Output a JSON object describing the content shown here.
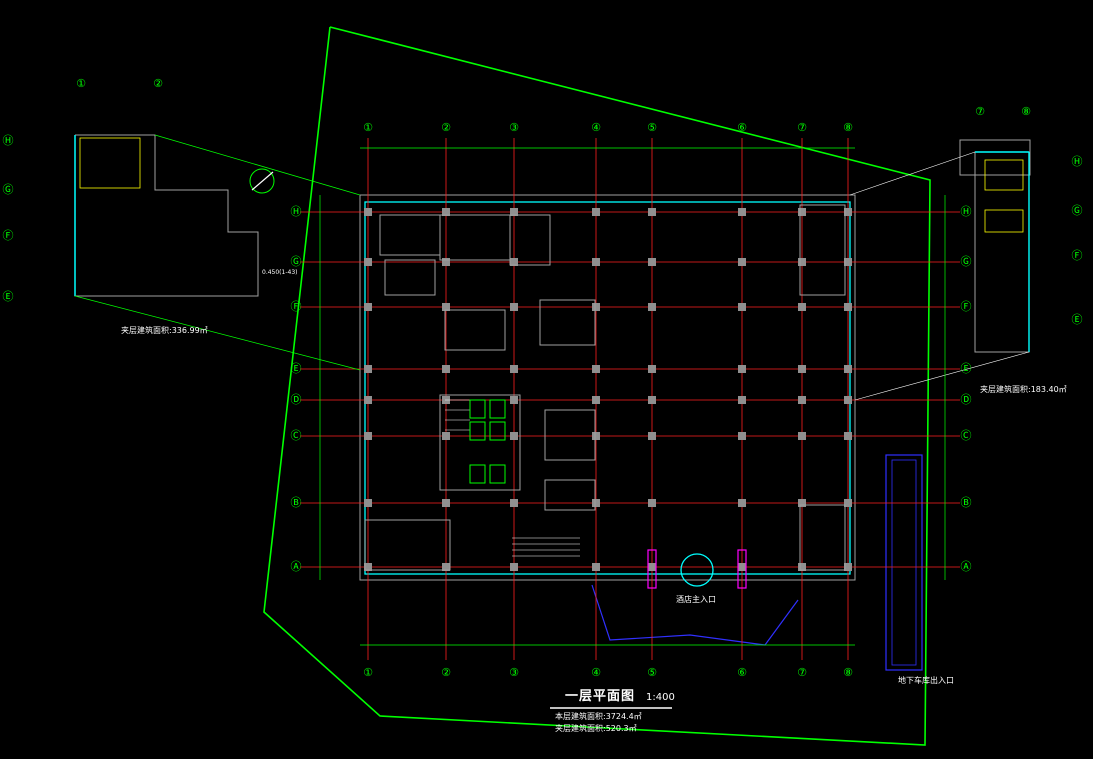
{
  "drawing": {
    "title": "一层平面图",
    "scale": "1:400",
    "floor_area": "本层建筑面积:3724.4㎡",
    "mezz_area": "夹层建筑面积:520.3㎡",
    "left_mezz_area": "夹层建筑面积:336.99㎡",
    "right_mezz_area": "夹层建筑面积:183.40㎡",
    "main_entrance": "酒店主入口",
    "parking_entrance": "地下车库出入口",
    "elevation_note": "0.450(1-43)"
  },
  "grid": {
    "columns_top": [
      "①",
      "②",
      "③",
      "④",
      "⑤",
      "⑥",
      "⑦",
      "⑧"
    ],
    "columns_bottom": [
      "①",
      "②",
      "③",
      "④",
      "⑤",
      "⑥",
      "⑦",
      "⑧"
    ],
    "rows": [
      "Ⓗ",
      "Ⓖ",
      "Ⓕ",
      "Ⓔ",
      "Ⓓ",
      "Ⓒ",
      "Ⓑ",
      "Ⓐ"
    ],
    "left_cols": [
      "①",
      "②"
    ],
    "left_rows": [
      "Ⓗ",
      "Ⓖ",
      "Ⓕ",
      "Ⓔ"
    ],
    "right_cols": [
      "⑦",
      "⑧"
    ],
    "right_rows": [
      "Ⓗ",
      "Ⓖ",
      "Ⓕ",
      "Ⓔ"
    ]
  },
  "colors": {
    "green": "#00ff00",
    "red": "#ff2020",
    "cyan": "#00ffff",
    "white": "#ffffff",
    "gray": "#a0a0a0",
    "blue": "#3030ff",
    "magenta": "#ff00ff",
    "yellow": "#ffff00"
  }
}
